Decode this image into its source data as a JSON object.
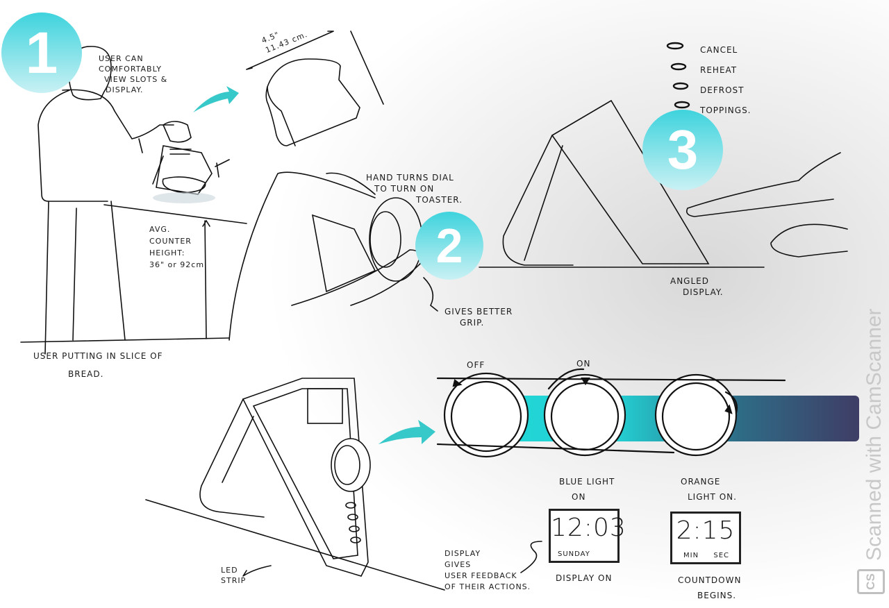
{
  "steps": {
    "step1": "1",
    "step2": "2",
    "step3": "3"
  },
  "step1": {
    "user_note": [
      "USER CAN",
      "COMFORTABLY",
      "VIEW SLOTS &",
      "DISPLAY."
    ],
    "bread_size": [
      "4.5\"",
      "11.43 cm."
    ],
    "counter_note": [
      "AVG.",
      "COUNTER",
      "HEIGHT:",
      "36\" or 92cm"
    ],
    "caption": [
      "USER PUTTING IN SLICE OF",
      "BREAD."
    ]
  },
  "step2": {
    "caption": [
      "HAND TURNS DIAL",
      "TO TURN ON",
      "TOASTER."
    ],
    "grip_note": [
      "GIVES BETTER",
      "GRIP."
    ]
  },
  "step3": {
    "buttons": [
      "CANCEL",
      "REHEAT",
      "DEFROST",
      "TOPPINGS."
    ],
    "caption": [
      "ANGLED",
      "DISPLAY."
    ]
  },
  "dials": {
    "off": "OFF",
    "on": "ON"
  },
  "lights": {
    "blue": [
      "BLUE LIGHT",
      "ON"
    ],
    "orange": [
      "ORANGE",
      "LIGHT ON."
    ]
  },
  "displays": {
    "clock": {
      "time": "12:03",
      "day": "SUNDAY",
      "caption": "DISPLAY ON"
    },
    "countdown": {
      "time": "2:15",
      "min": "MIN",
      "sec": "SEC",
      "caption": [
        "COUNTDOWN",
        "BEGINS."
      ]
    },
    "feedback_note": [
      "DISPLAY",
      "GIVES",
      "USER FEEDBACK",
      "OF THEIR ACTIONS."
    ]
  },
  "led_note": [
    "LED",
    "STRIP"
  ],
  "watermark": {
    "text": "Scanned with CamScanner",
    "logo": "CS"
  },
  "colors": {
    "cyan": "#3ed3dd",
    "band_end": "#3f3d66"
  }
}
